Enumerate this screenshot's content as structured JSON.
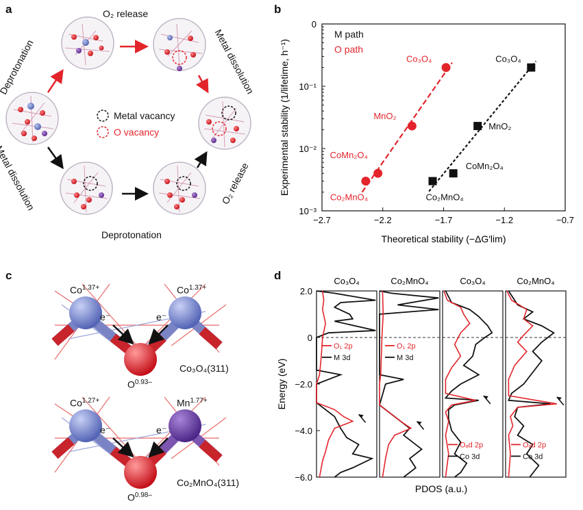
{
  "panel_a": {
    "label": "a",
    "top_title": "O₂ release",
    "left_upper": "Deprotonation",
    "left_lower": "Metal dissolution",
    "right_upper": "Metal dissolution",
    "right_lower": "O₂ release",
    "bottom_title": "Deprotonation",
    "legend_metal": "Metal vacancy",
    "legend_o": "O vacancy"
  },
  "panel_b": {
    "label": "b",
    "colors": {
      "m": "#111111",
      "o": "#e3242b"
    }
  },
  "panel_c": {
    "label": "c",
    "top": {
      "co_left": "Co",
      "co_left_sup": "1.37+",
      "co_right": "Co",
      "co_right_sup": "1.37+",
      "e1": "e⁻",
      "e2": "e⁻",
      "o": "O",
      "o_sup": "0.93–",
      "material": "Co₃O₄(311)"
    },
    "bottom": {
      "co_left": "Co",
      "co_left_sup": "1.27+",
      "mn_right": "Mn",
      "mn_right_sup": "1.77+",
      "e1": "e⁻",
      "e2": "e⁻",
      "o": "O",
      "o_sup": "0.98–",
      "material": "Co₂MnO₄(311)"
    }
  },
  "panel_d": {
    "label": "d",
    "titles": [
      "Co₃O₄",
      "Co₂MnO₄",
      "Co₃O₄",
      "Co₂MnO₄"
    ],
    "legend_1": {
      "red": "O₁ 2p",
      "black": "M 3d"
    },
    "legend_2": {
      "red": "O₁ 2p",
      "black": "M 3d"
    },
    "legend_3": {
      "red": "Oₐd 2p",
      "black": "Co 3d"
    },
    "legend_4": {
      "red": "Oₐd 2p",
      "black": "Co 3d"
    }
  },
  "chart_data": [
    {
      "type": "scatter",
      "panel": "b",
      "xlabel": "Theoretical stability (−ΔG′lim)",
      "ylabel": "Experimental stability (1/lifetime, h⁻¹)",
      "xlim": [
        -2.7,
        -0.7
      ],
      "ylim": [
        0.001,
        1
      ],
      "yscale": "log",
      "xticks": [
        "−2.7",
        "−2.2",
        "−1.7",
        "−1.2",
        "−0.7"
      ],
      "yticks": [
        "10⁻³",
        "10⁻²",
        "10⁻¹",
        "0"
      ],
      "legend": [
        "M path",
        "O path"
      ],
      "series": [
        {
          "name": "M path",
          "marker": "square",
          "points": [
            {
              "label": "Co₃O₄",
              "x": -0.98,
              "y": 0.2
            },
            {
              "label": "MnO₂",
              "x": -1.42,
              "y": 0.023
            },
            {
              "label": "CoMn₂O₄",
              "x": -1.62,
              "y": 0.004
            },
            {
              "label": "Co₂MnO₄",
              "x": -1.79,
              "y": 0.003
            }
          ]
        },
        {
          "name": "O path",
          "marker": "circle",
          "points": [
            {
              "label": "Co₃O₄",
              "x": -1.68,
              "y": 0.2
            },
            {
              "label": "MnO₂",
              "x": -1.96,
              "y": 0.023
            },
            {
              "label": "CoMn₂O₄",
              "x": -2.24,
              "y": 0.004
            },
            {
              "label": "Co₂MnO₄",
              "x": -2.34,
              "y": 0.003
            }
          ]
        }
      ]
    },
    {
      "type": "line",
      "panel": "d",
      "ylabel": "Energy (eV)",
      "xlabel": "PDOS (a.u.)",
      "ylim": [
        -6.0,
        2.0
      ],
      "yticks": [
        "2.0",
        "0",
        "−2.0",
        "−4.0",
        "−6.0"
      ],
      "fermi_level": 0
    }
  ]
}
